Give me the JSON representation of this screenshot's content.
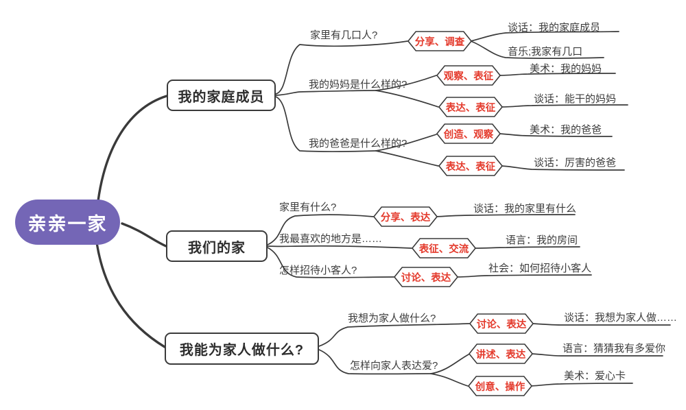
{
  "root_topic": {
    "label": "亲亲一家"
  },
  "colors": {
    "root_bg": "#7466b6",
    "line": "#3a3a3a",
    "accent_red": "#e43a2c"
  },
  "branches": [
    {
      "label": "我的家庭成员",
      "children": [
        {
          "question": "家里有几口人?",
          "methods": [
            {
              "label": "分享、调查",
              "outcomes": [
                {
                  "label": "谈话：我的家庭成员"
                },
                {
                  "label": "音乐;我家有几口"
                }
              ]
            }
          ]
        },
        {
          "question": "我的妈妈是什么样的?",
          "methods": [
            {
              "label": "观察、表征",
              "outcomes": [
                {
                  "label": "美术：我的妈妈"
                }
              ]
            },
            {
              "label": "表达、表征",
              "outcomes": [
                {
                  "label": "谈话：能干的妈妈"
                }
              ]
            }
          ]
        },
        {
          "question": "我的爸爸是什么样的?",
          "methods": [
            {
              "label": "创造、观察",
              "outcomes": [
                {
                  "label": "美术：我的爸爸"
                }
              ]
            },
            {
              "label": "表达、表征",
              "outcomes": [
                {
                  "label": "谈话：厉害的爸爸"
                }
              ]
            }
          ]
        }
      ]
    },
    {
      "label": "我们的家",
      "children": [
        {
          "question": "家里有什么?",
          "methods": [
            {
              "label": "分享、表达",
              "outcomes": [
                {
                  "label": "谈话：我的家里有什么"
                }
              ]
            }
          ]
        },
        {
          "question": "我最喜欢的地方是……",
          "methods": [
            {
              "label": "表征、交流",
              "outcomes": [
                {
                  "label": "语言：我的房间"
                }
              ]
            }
          ]
        },
        {
          "question": "怎样招待小客人?",
          "methods": [
            {
              "label": "讨论、表达",
              "outcomes": [
                {
                  "label": "社会：如何招待小客人"
                }
              ]
            }
          ]
        }
      ]
    },
    {
      "label": "我能为家人做什么?",
      "children": [
        {
          "question": "我想为家人做什么?",
          "methods": [
            {
              "label": "讨论、表达",
              "outcomes": [
                {
                  "label": "谈话：我想为家人做……"
                }
              ]
            }
          ]
        },
        {
          "question": "怎样向家人表达爱?",
          "methods": [
            {
              "label": "讲述、表达",
              "outcomes": [
                {
                  "label": "语言：猜猜我有多爱你"
                }
              ]
            },
            {
              "label": "创意、操作",
              "outcomes": [
                {
                  "label": "美术：爱心卡"
                }
              ]
            }
          ]
        }
      ]
    }
  ]
}
